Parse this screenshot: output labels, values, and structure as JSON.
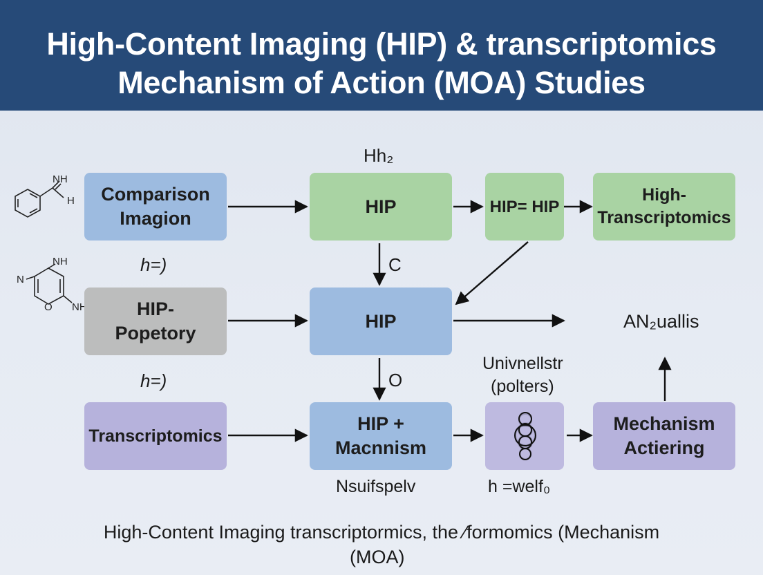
{
  "header": {
    "line1": "High-Content Imaging (HIP)  & transcriptomics",
    "line2": "Mechanism of Action (MOA) Studies"
  },
  "boxes": {
    "comparison_l1": "Comparison",
    "comparison_l2": "Imagion",
    "hip_top": "HIP",
    "hip_eq": "HIP= HIP",
    "hightrans_l1": "High-",
    "hightrans_l2": "Transcriptomics",
    "hip_popetory_l1": "HIP-",
    "hip_popetory_l2": "Popetory",
    "hip_mid": "HIP",
    "transcriptomics": "Transcriptomics",
    "hip_mac_l1": "HIP +",
    "hip_mac_l2": "Macnnism",
    "mech_l1": "Mechanism",
    "mech_l2": "Actiering"
  },
  "labels": {
    "hh2": "Hh₂",
    "c": "C",
    "o": "O",
    "h_eq_1": "h=)",
    "h_eq_2": "h=)",
    "an2uallis": "AN₂uallis",
    "univ_l1": "Univnellstr",
    "univ_l2": "(polters)",
    "nsuifspelv": "Nsuifspelv",
    "welf": "h =welf₀"
  },
  "molecules": {
    "m1_nh": "NH",
    "m1_h": "H",
    "m2_nh": "NH",
    "m2_n": "N",
    "m2_o": "O",
    "m2_nh2": "NH"
  },
  "colors": {
    "header_bg": "#264a78",
    "blue_box": "#9dbbe0",
    "green_box": "#a9d3a3",
    "gray_box": "#bcbdbd",
    "purple_box": "#b6b2dc"
  },
  "footer": {
    "line1": "High-Content  Imaging transcriptormics, the ⁄formomics (Mechanism",
    "line2": "(MOA)"
  }
}
